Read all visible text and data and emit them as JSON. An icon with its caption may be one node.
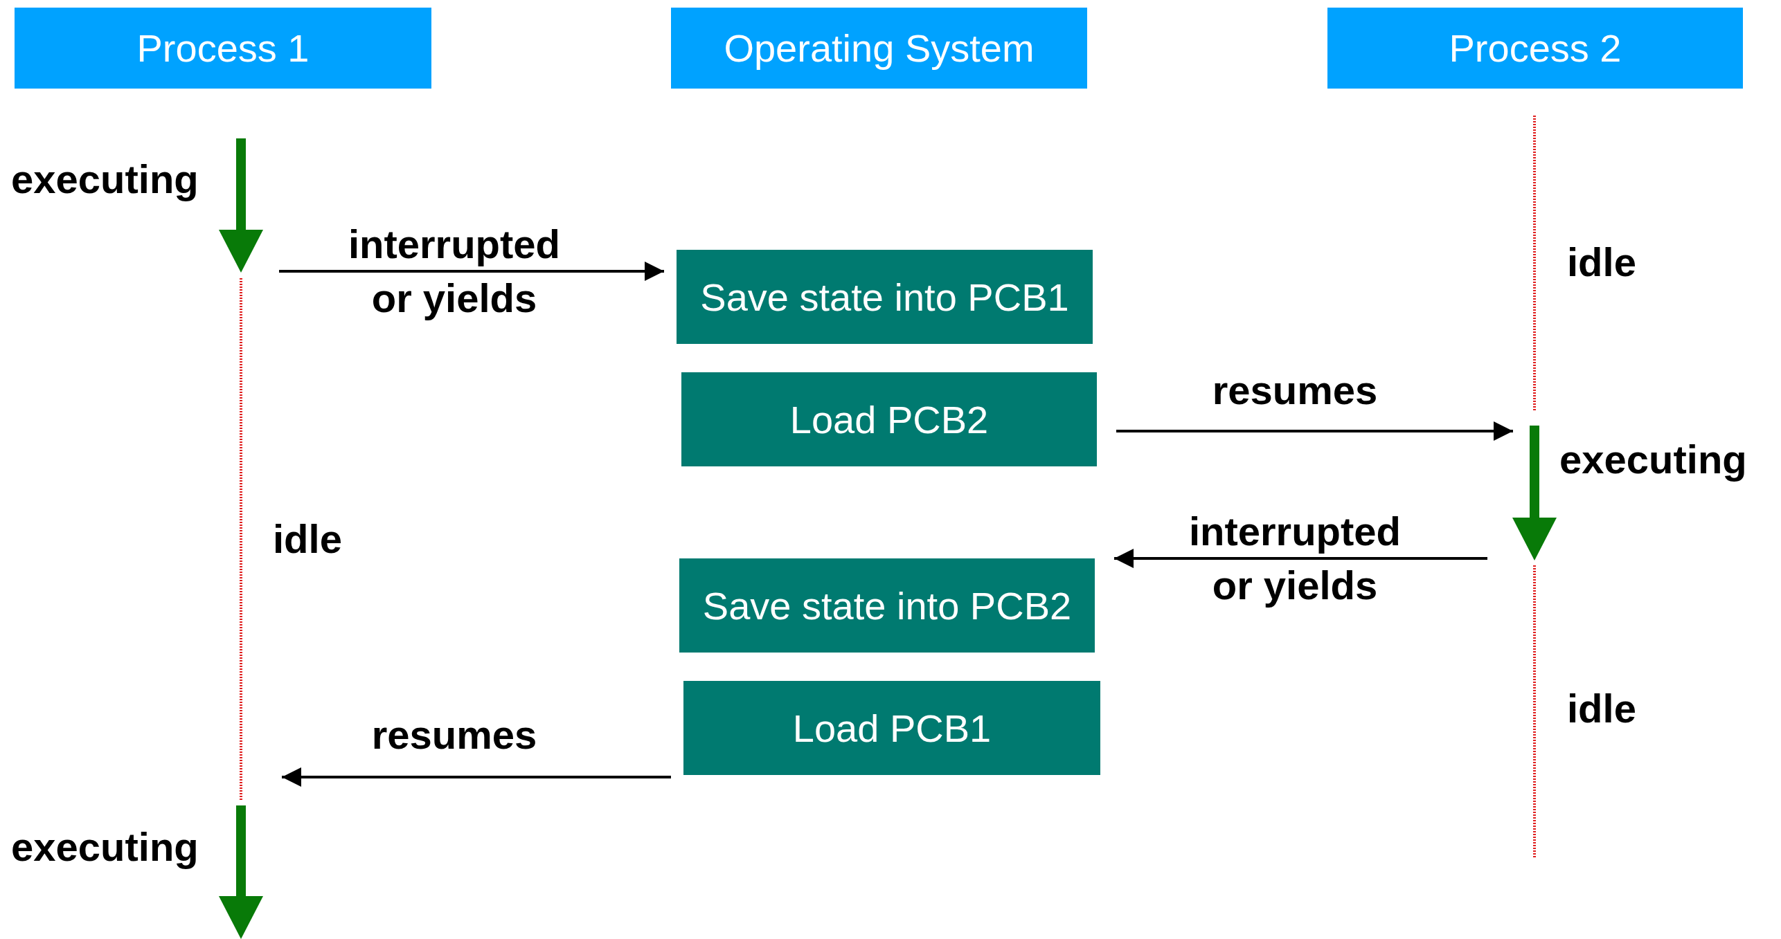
{
  "diagram": {
    "nodes": [
      {
        "text": [
          "Process 1"
        ]
      },
      {
        "text": [
          "Operating System"
        ]
      },
      {
        "text": [
          "Process 2"
        ]
      },
      {
        "text": [
          "Save state into PCB1"
        ]
      },
      {
        "text": [
          "Load PCB2"
        ]
      },
      {
        "text": [
          "Save state into PCB2"
        ]
      },
      {
        "text": [
          "Load PCB1"
        ]
      }
    ],
    "edges": [
      {
        "from": null,
        "to": 3,
        "arrow": "to",
        "label": "interrupted or yields"
      },
      {
        "from": 4,
        "to": null,
        "arrow": "to",
        "label": "resumes"
      },
      {
        "from": null,
        "to": 5,
        "arrow": "to",
        "label": "interrupted or yields"
      },
      {
        "from": 6,
        "to": null,
        "arrow": "to",
        "label": "resumes"
      }
    ],
    "labels": [
      "executing",
      "idle",
      "executing",
      "idle",
      "idle",
      "executing"
    ]
  }
}
